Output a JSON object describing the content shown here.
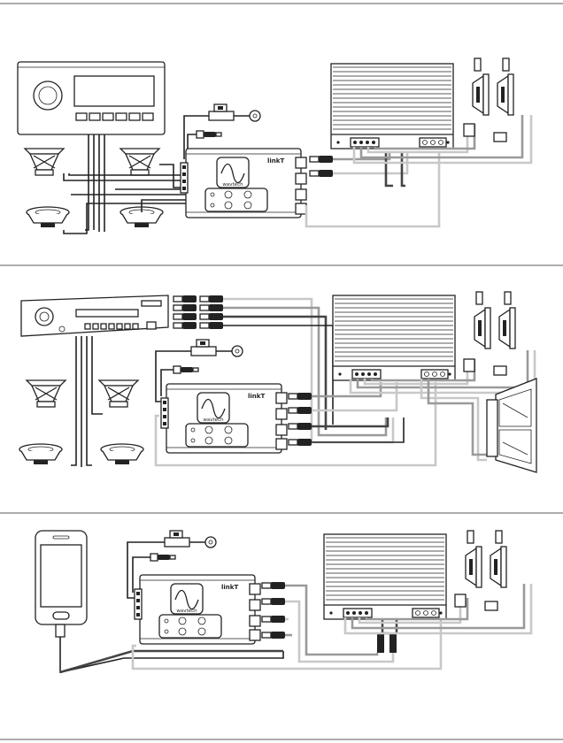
{
  "brand": {
    "logo_text": "wavtech",
    "model_label": "linkT"
  },
  "panels": [
    {
      "id": "panel-1",
      "source": "head-unit-stereo"
    },
    {
      "id": "panel-2",
      "source": "din-head-unit"
    },
    {
      "id": "panel-3",
      "source": "smartphone"
    }
  ],
  "colors": {
    "line": "#222222",
    "wire_light": "#c8c8c8",
    "wire_mid": "#9a9a9a",
    "wire_dark": "#444444",
    "background": "#ffffff"
  },
  "icons": [
    "ring-terminal-icon",
    "fuse-holder-icon",
    "rca-plug-icon",
    "speaker-icon",
    "subwoofer-icon",
    "amplifier-heatsink-icon",
    "knob-icon"
  ]
}
